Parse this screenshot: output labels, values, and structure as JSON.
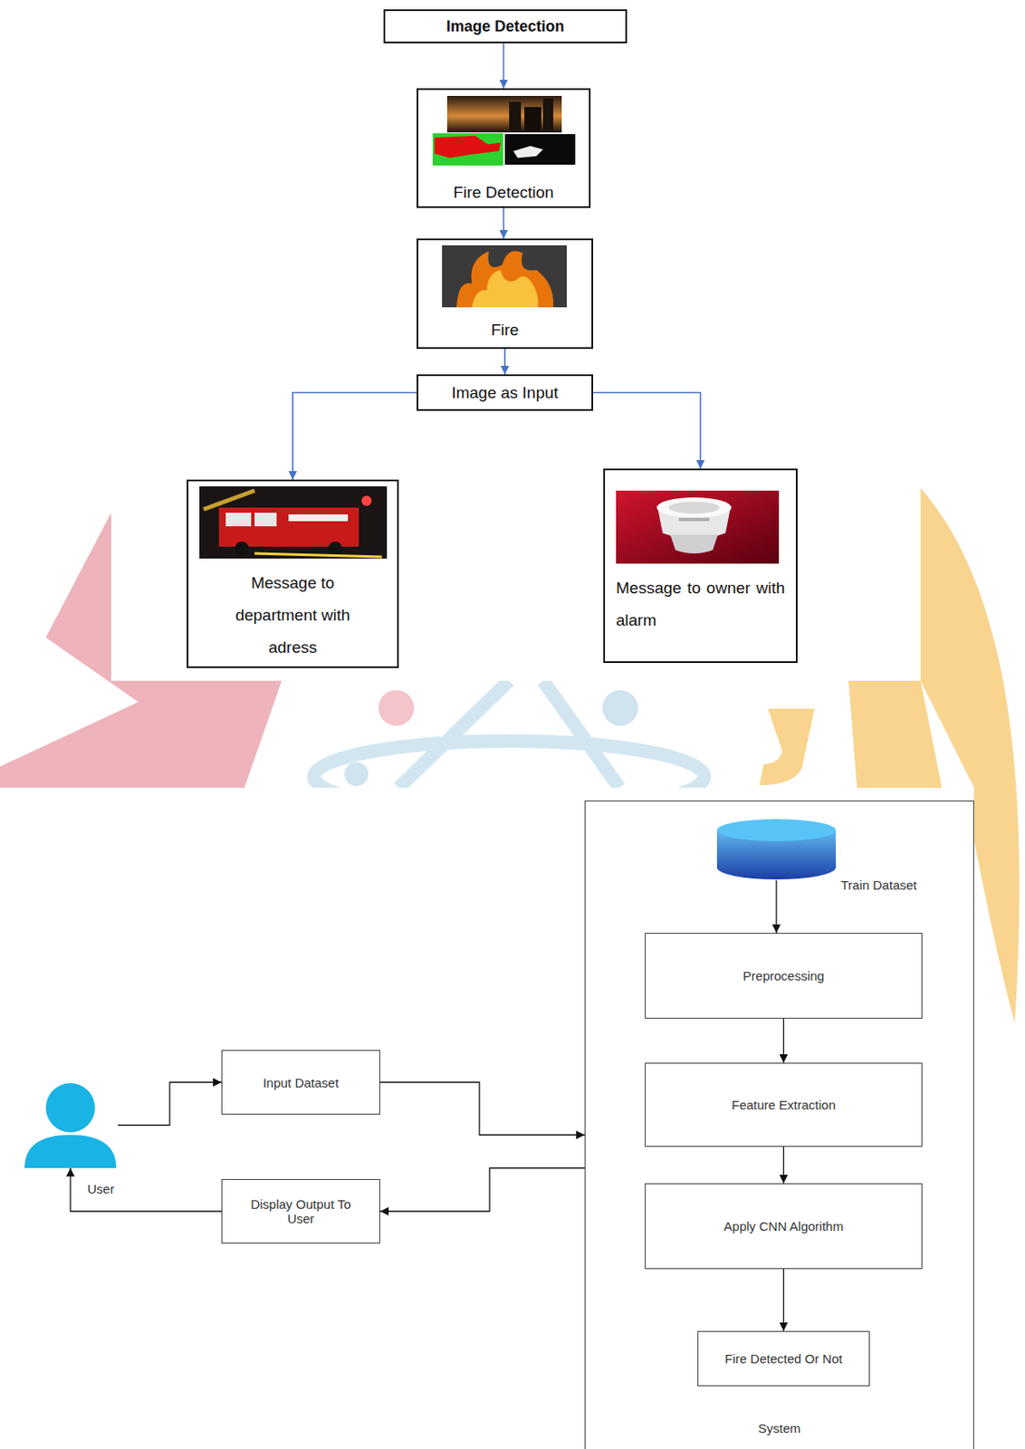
{
  "diagram": {
    "nodes": [
      {
        "text": [
          "Image Detection"
        ]
      },
      {
        "text": [
          "Fire Detection"
        ]
      },
      {
        "text": [
          "Fire"
        ]
      },
      {
        "text": [
          "Image as Input"
        ]
      },
      {
        "text": [
          "Message to department with adress"
        ]
      },
      {
        "text": [
          "Message to owner with alarm"
        ]
      },
      {
        "text": [
          "System"
        ]
      },
      {
        "text": [
          "Train Dataset"
        ],
        "in": 6
      },
      {
        "text": [
          "Preprocessing"
        ],
        "in": 6
      },
      {
        "text": [
          "Feature Extraction"
        ],
        "in": 6
      },
      {
        "text": [
          "Apply CNN Algorithm"
        ],
        "in": 6
      },
      {
        "text": [
          "Fire Detected Or Not"
        ],
        "in": 6
      },
      {
        "text": [
          "User"
        ]
      },
      {
        "text": [
          "Input Dataset"
        ]
      },
      {
        "text": [
          "Display Output To User"
        ]
      }
    ],
    "edges": [
      {
        "from": 0,
        "to": 1,
        "arrow": "to"
      },
      {
        "from": 1,
        "to": 2,
        "arrow": "to"
      },
      {
        "from": 2,
        "to": 3,
        "arrow": "to"
      },
      {
        "from": 3,
        "to": 4,
        "arrow": "to"
      },
      {
        "from": 3,
        "to": 5,
        "arrow": "to"
      },
      {
        "from": 7,
        "to": 8,
        "arrow": "to"
      },
      {
        "from": 8,
        "to": 9,
        "arrow": "to"
      },
      {
        "from": 9,
        "to": 10,
        "arrow": "to"
      },
      {
        "from": 10,
        "to": 11,
        "arrow": "to"
      },
      {
        "from": 12,
        "to": 13,
        "arrow": "to"
      },
      {
        "from": 13,
        "to": 6,
        "arrow": "to"
      },
      {
        "from": 6,
        "to": 14,
        "arrow": "to"
      },
      {
        "from": 14,
        "to": 12,
        "arrow": "to"
      }
    ]
  }
}
